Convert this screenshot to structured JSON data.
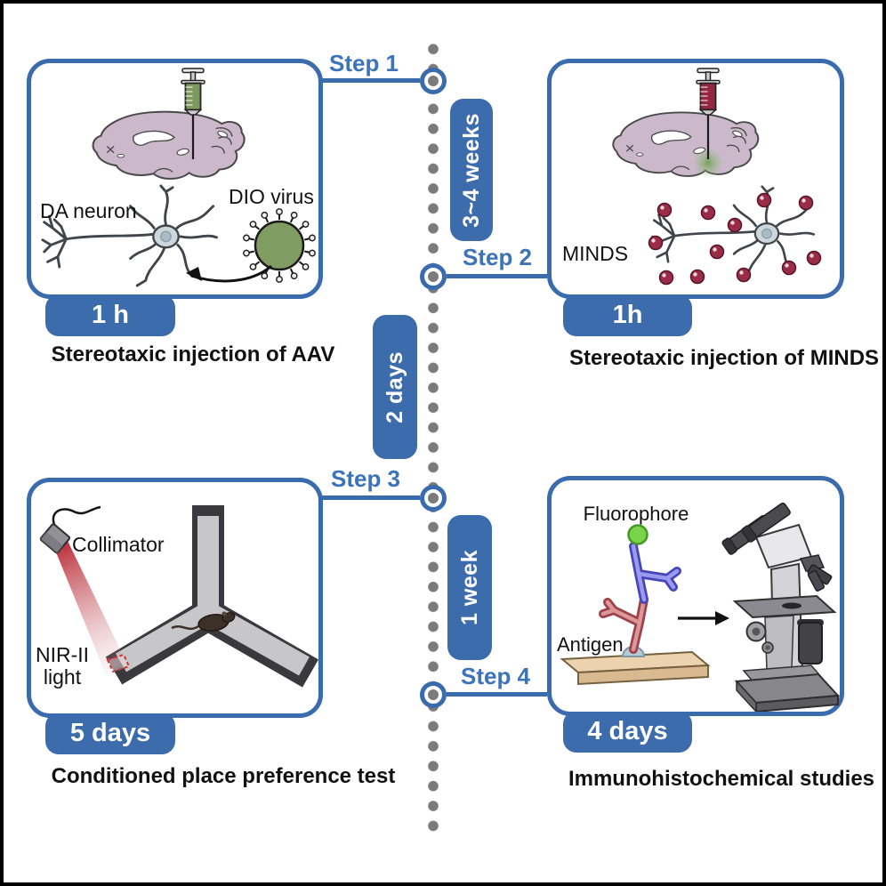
{
  "figure": {
    "steps": [
      {
        "label": "Step 1",
        "duration": "1 h",
        "title": "Stereotaxic injection of AAV"
      },
      {
        "label": "Step 2",
        "duration": "1h",
        "title": "Stereotaxic injection of MINDS"
      },
      {
        "label": "Step 3",
        "duration": "5 days",
        "title": "Conditioned place preference test"
      },
      {
        "label": "Step 4",
        "duration": "4 days",
        "title": "Immunohistochemical studies"
      }
    ],
    "intervals": [
      {
        "label": "3~4 weeks"
      },
      {
        "label": "2 days"
      },
      {
        "label": "1 week"
      }
    ],
    "panel1_labels": {
      "neuron": "DA neuron",
      "virus": "DIO virus"
    },
    "panel2_labels": {
      "minds": "MINDS"
    },
    "panel3_labels": {
      "collimator": "Collimator",
      "light_line1": "NIR-II",
      "light_line2": "light"
    },
    "panel4_labels": {
      "fluorophore": "Fluorophore",
      "antigen": "Antigen"
    },
    "colors": {
      "accent_blue": "#3a6cad",
      "badge_blue": "#3d6cad",
      "step_text_blue": "#3c73b9",
      "dot_gray": "#7b7b7b",
      "minds_red": "#9b2c48",
      "virus_green": "#7f9c63",
      "aav_syringe_green": "#7d9a5e",
      "minds_syringe_red": "#932840",
      "fluorophore_green": "#79d44a",
      "brain_mauve": "#cbb9cb",
      "beam_red": "#b9252f"
    }
  }
}
